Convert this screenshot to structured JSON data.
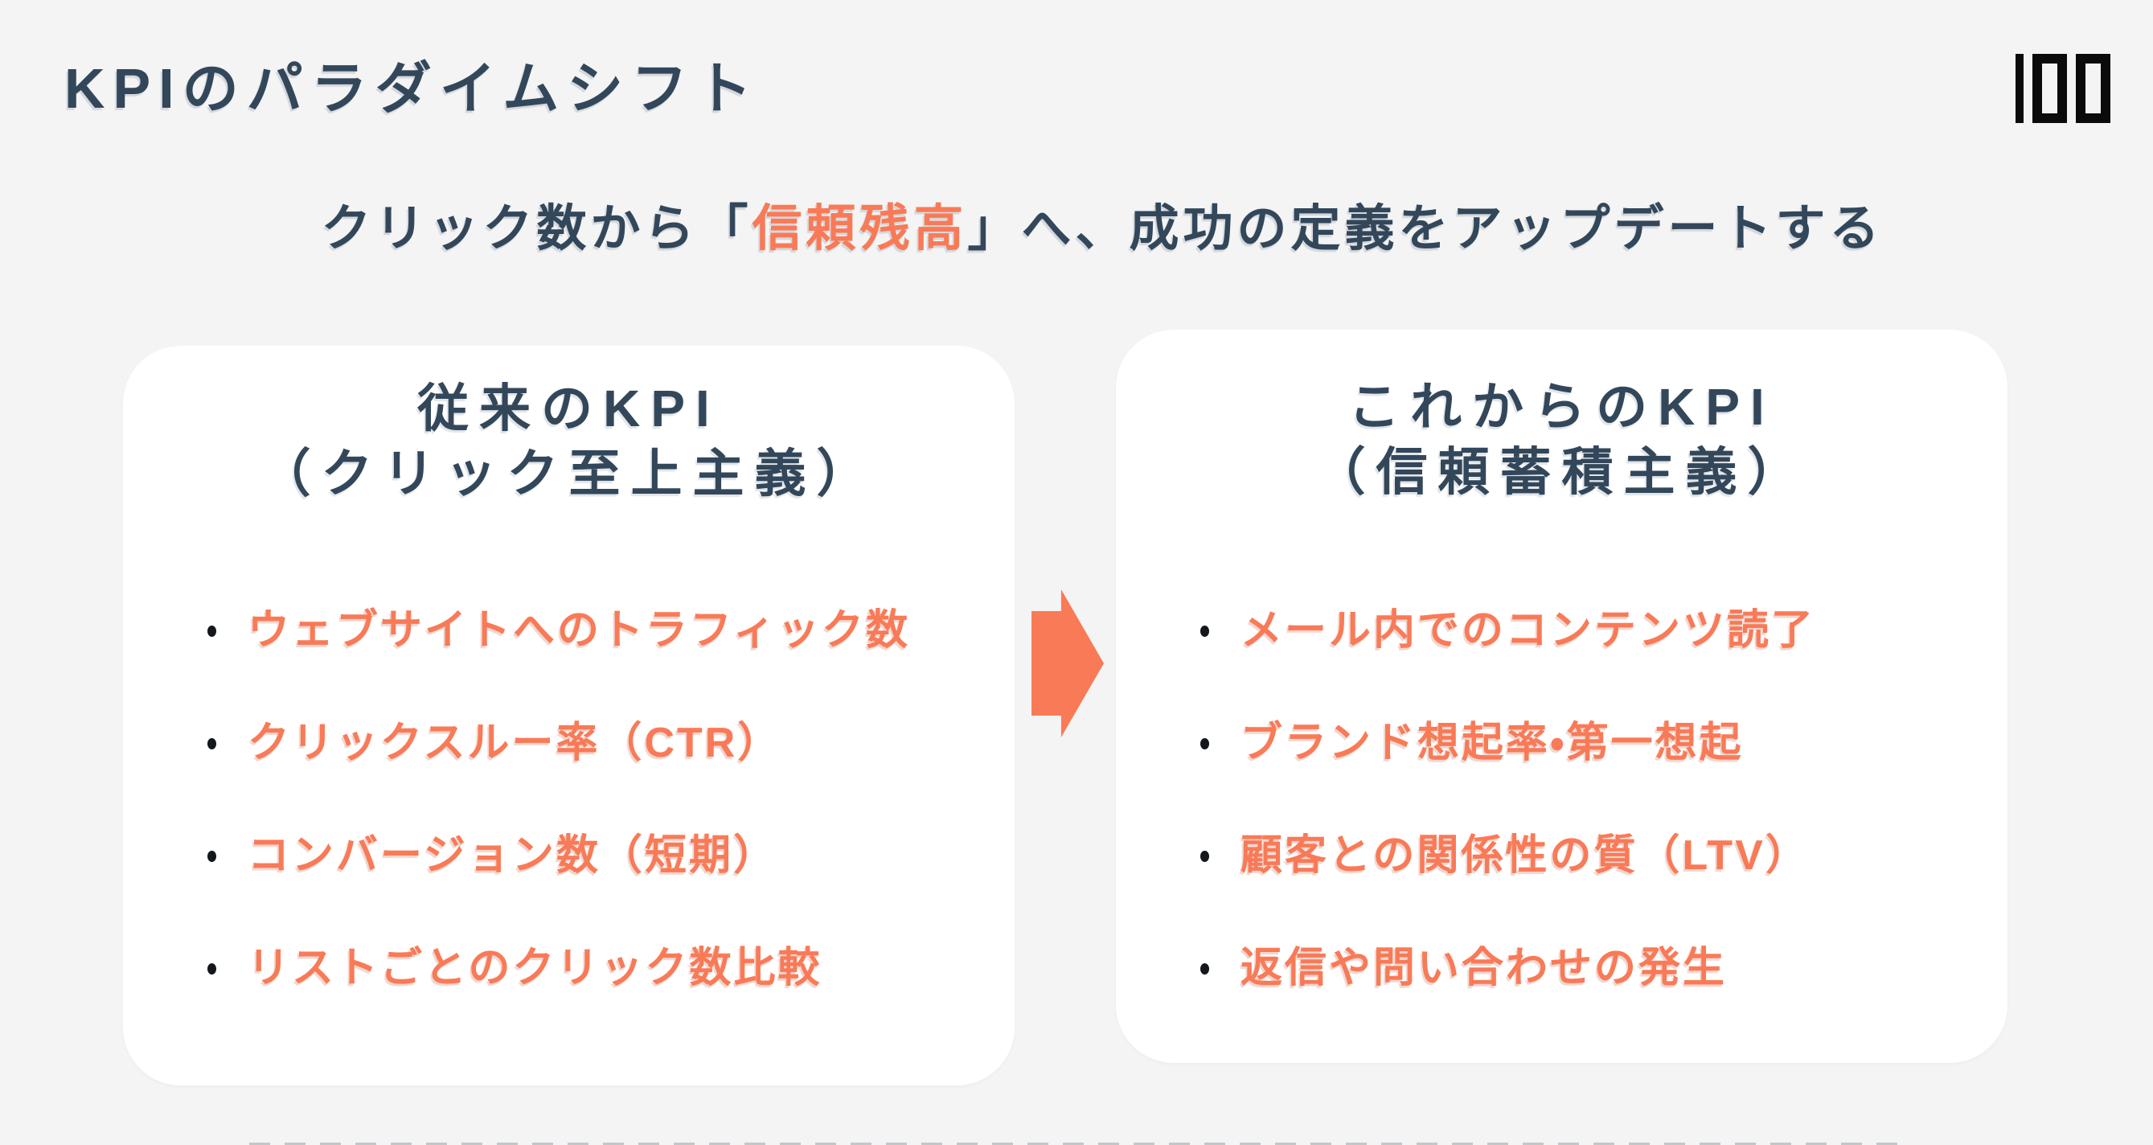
{
  "slide": {
    "title": "KPIのパラダイムシフト",
    "logo_text": "100",
    "subtitle": {
      "prefix": "クリック数から「",
      "highlight": "信頼残高",
      "suffix": "」へ、成功の定義をアップデートする"
    },
    "arrow_icon": "block-arrow-right",
    "cards": {
      "traditional": {
        "title_line1": "従来のKPI",
        "title_line2": "（クリック至上主義）",
        "bullets": [
          "ウェブサイトへのトラフィック数",
          "クリックスルー率（CTR）",
          "コンバージョン数（短期）",
          "リストごとのクリック数比較"
        ]
      },
      "future": {
        "title_line1": "これからのKPI",
        "title_line2": "（信頼蓄積主義）",
        "bullets": [
          "メール内でのコンテンツ読了",
          "ブランド想起率・第一想起",
          "顧客との関係性の質（LTV）",
          "返信や問い合わせの発生"
        ]
      }
    }
  },
  "colors": {
    "background": "#f4f4f4",
    "card_background": "#ffffff",
    "text_navy": "#33475b",
    "accent_orange": "#f97a57",
    "bullet_dot": "#14181d",
    "logo_black": "#0b0b0b"
  }
}
